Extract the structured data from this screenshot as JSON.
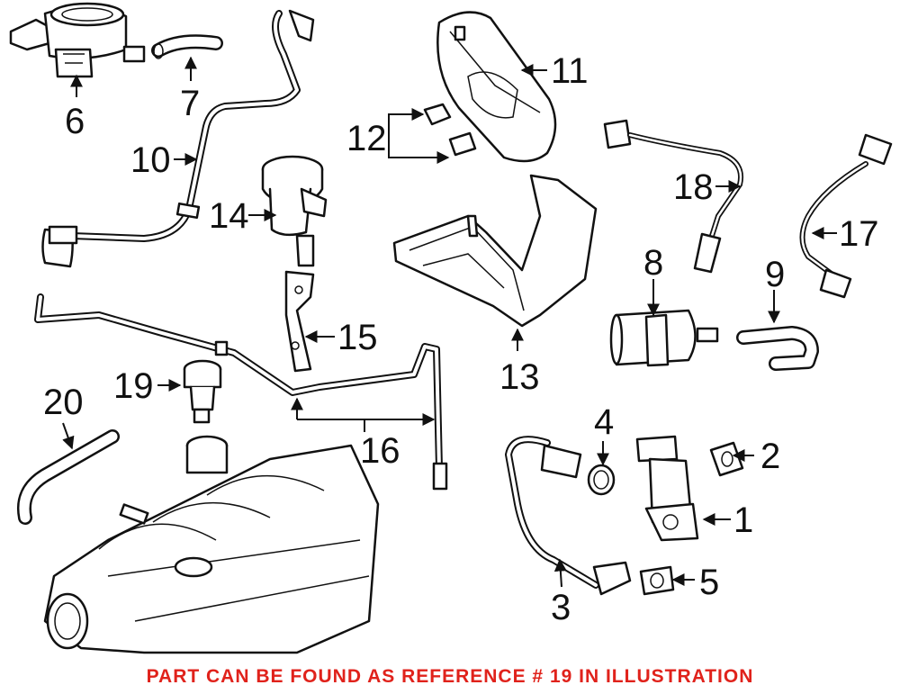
{
  "callouts": {
    "c1": "1",
    "c2": "2",
    "c3": "3",
    "c4": "4",
    "c5": "5",
    "c6": "6",
    "c7": "7",
    "c8": "8",
    "c9": "9",
    "c10": "10",
    "c11": "11",
    "c12": "12",
    "c13": "13",
    "c14": "14",
    "c15": "15",
    "c16": "16",
    "c17": "17",
    "c18": "18",
    "c19": "19",
    "c20": "20"
  },
  "note": {
    "text": "PART CAN BE FOUND AS REFERENCE # 19 IN ILLUSTRATION",
    "color": "#e0221b"
  }
}
